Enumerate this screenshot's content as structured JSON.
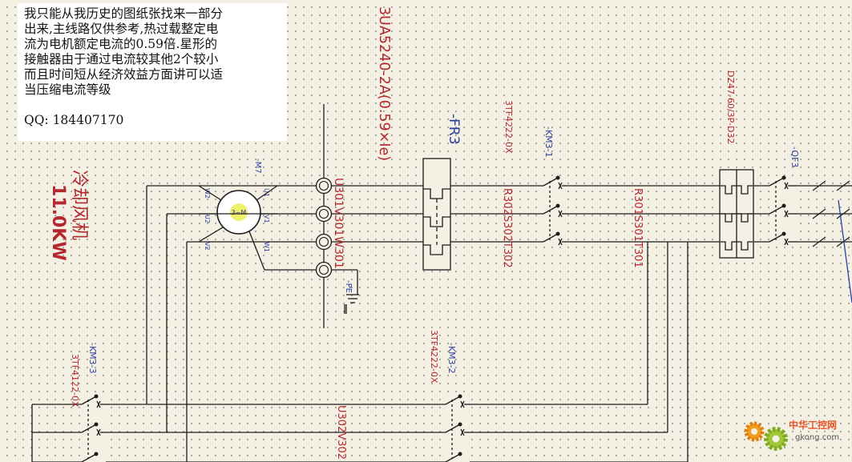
{
  "note": {
    "lines": [
      "我只能从我历史的图纸张找来一部分",
      "出来,主线路仅供参考,热过载整定电",
      "流为电机额定电流的0.59倍.星形的",
      "接触器由于通过电流较其他2个较小",
      "而且时间短从经济效益方面讲可以适",
      "当压缩电流等级"
    ],
    "qq": "QQ: 184407170"
  },
  "diagram": {
    "motor_name": "冷却风机",
    "motor_power": "11.0KW",
    "motor_tag": "-M7",
    "motor_center": "3~M",
    "terminals_left": [
      "W2",
      "U2",
      "V2"
    ],
    "terminals_right": [
      "U1",
      "V1",
      "W1"
    ],
    "terminal_strip_label": "U301V301W301",
    "pe_label": "-PE",
    "overload_label": "3UA5240-2A(0.59×Ie)",
    "overload_tag": "-FR3",
    "km3_1_type": "3TF4222-0X",
    "km3_1_tag": "-KM3-1",
    "km3_1_wires": "R302S302T302",
    "main_wires": "R301S301T301",
    "breaker_type": "DZ47-60/3P-D32",
    "breaker_tag": "-QF3",
    "km3_3_tag": "-KM3-3",
    "km3_3_type": "3TF4122-0X",
    "km3_2_tag": "-KM3-2",
    "km3_2_type": "3TF4222-0X",
    "bottom_wires": "U302V302"
  },
  "watermark": {
    "brand": "中华工控网",
    "url": "gkong.com"
  },
  "colors": {
    "red": "#b4282d",
    "blue": "#2c3e9e",
    "line": "#1c1c1c",
    "background": "#f4f1e4"
  }
}
